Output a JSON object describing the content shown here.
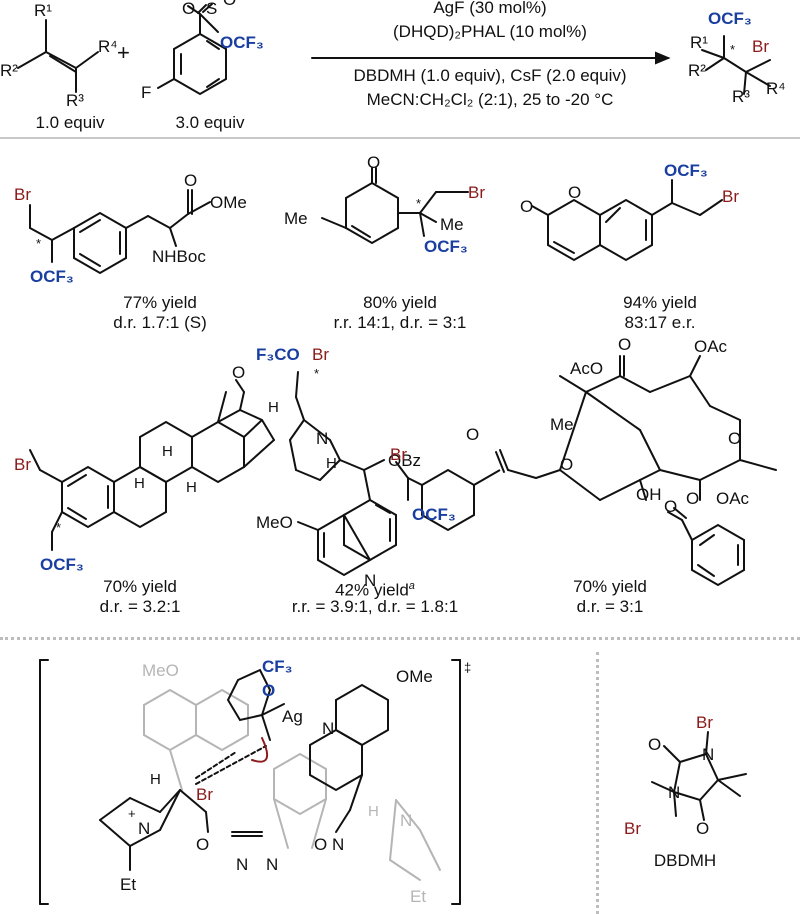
{
  "scheme": {
    "reagent1_equiv": "1.0 equiv",
    "reagent2_equiv": "3.0 equiv",
    "reagent2_group": "OCF₃",
    "reagent2_halogen": "F",
    "conditions": [
      "AgF (30 mol%)",
      "(DHQD)₂PHAL (10 mol%)",
      "DBDMH (1.0 equiv), CsF (2.0 equiv)",
      "MeCN:CH₂Cl₂ (2:1), 25 to -20 °C"
    ],
    "substituents": {
      "r1": "R¹",
      "r2": "R²",
      "r3": "R³",
      "r4": "R⁴"
    },
    "product_group": "OCF₃",
    "product_halogen": "Br"
  },
  "products": [
    {
      "yield": "77% yield",
      "detail": "d.r. 1.7:1 (S)",
      "groups": [
        "Br",
        "OCF₃",
        "OMe",
        "NHBoc",
        "O"
      ]
    },
    {
      "yield": "80% yield",
      "detail": "r.r. 14:1, d.r. =  3:1",
      "groups": [
        "O",
        "Br",
        "Me",
        "Me",
        "OCF₃"
      ]
    },
    {
      "yield": "94% yield",
      "detail": "83:17 e.r.",
      "groups": [
        "O",
        "O",
        "OCF₃",
        "Br"
      ]
    },
    {
      "yield": "70% yield",
      "detail": "d.r. = 3.2:1",
      "groups": [
        "O",
        "Br",
        "OCF₃",
        "H",
        "H",
        "H"
      ]
    },
    {
      "yield": "42% yield",
      "yield_note": "a",
      "detail": "r.r. = 3.9:1, d.r. = 1.8:1",
      "groups": [
        "F₃CO",
        "Br",
        "H",
        "N",
        "H",
        "OBz",
        "MeO",
        "N"
      ]
    },
    {
      "yield": "70% yield",
      "detail": "d.r. = 3:1",
      "groups": [
        "AcO",
        "O",
        "OAc",
        "Me",
        "O",
        "O",
        "Br",
        "OH",
        "OAc",
        "OCF₃",
        "O"
      ]
    }
  ],
  "transition_state": {
    "dagger": "‡",
    "labels": [
      "MeO",
      "CF₃",
      "O",
      "Ag",
      "N",
      "OMe",
      "H",
      "H",
      "Br",
      "N",
      "N",
      "O",
      "N",
      "N",
      "O",
      "N",
      "Et",
      "Et",
      "+"
    ]
  },
  "dbdmh": {
    "name": "DBDMH",
    "labels": [
      "Br",
      "O",
      "N",
      "N",
      "Br",
      "O"
    ]
  },
  "colors": {
    "blue": "#1a3fa0",
    "red": "#8b1a1a",
    "gray": "#b5b5b5",
    "sep": "#c8c8c8"
  }
}
